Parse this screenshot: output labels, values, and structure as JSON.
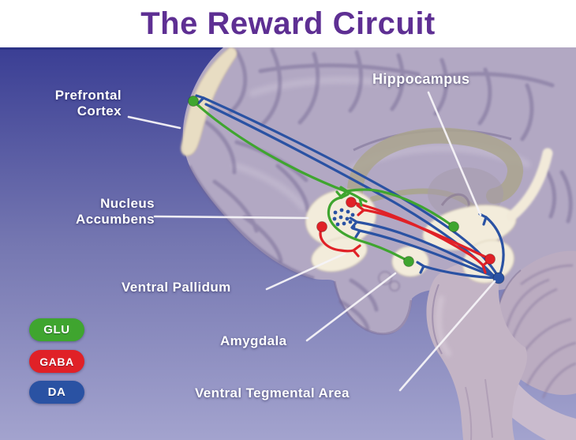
{
  "title": "The Reward Circuit",
  "colors": {
    "title": "#5e2f93",
    "glu": "#3fa52f",
    "gaba": "#e02127",
    "da": "#2a52a3",
    "label_text": "#ffffff",
    "leader": "#f6f4f8",
    "background_top": "#3a3e94",
    "background_bottom": "#a3a3ce"
  },
  "diagram": {
    "labels": {
      "prefrontal_cortex": {
        "line1": "Prefrontal",
        "line2": "Cortex"
      },
      "hippocampus": "Hippocampus",
      "nucleus_accumbens": {
        "line1": "Nucleus",
        "line2": "Accumbens"
      },
      "ventral_pallidum": "Ventral Pallidum",
      "amygdala": "Amygdala",
      "ventral_tegmental_area": "Ventral Tegmental Area"
    },
    "legend": [
      {
        "label": "GLU",
        "color": "#3fa52f"
      },
      {
        "label": "GABA",
        "color": "#e02127"
      },
      {
        "label": "DA",
        "color": "#2a52a3"
      }
    ]
  }
}
